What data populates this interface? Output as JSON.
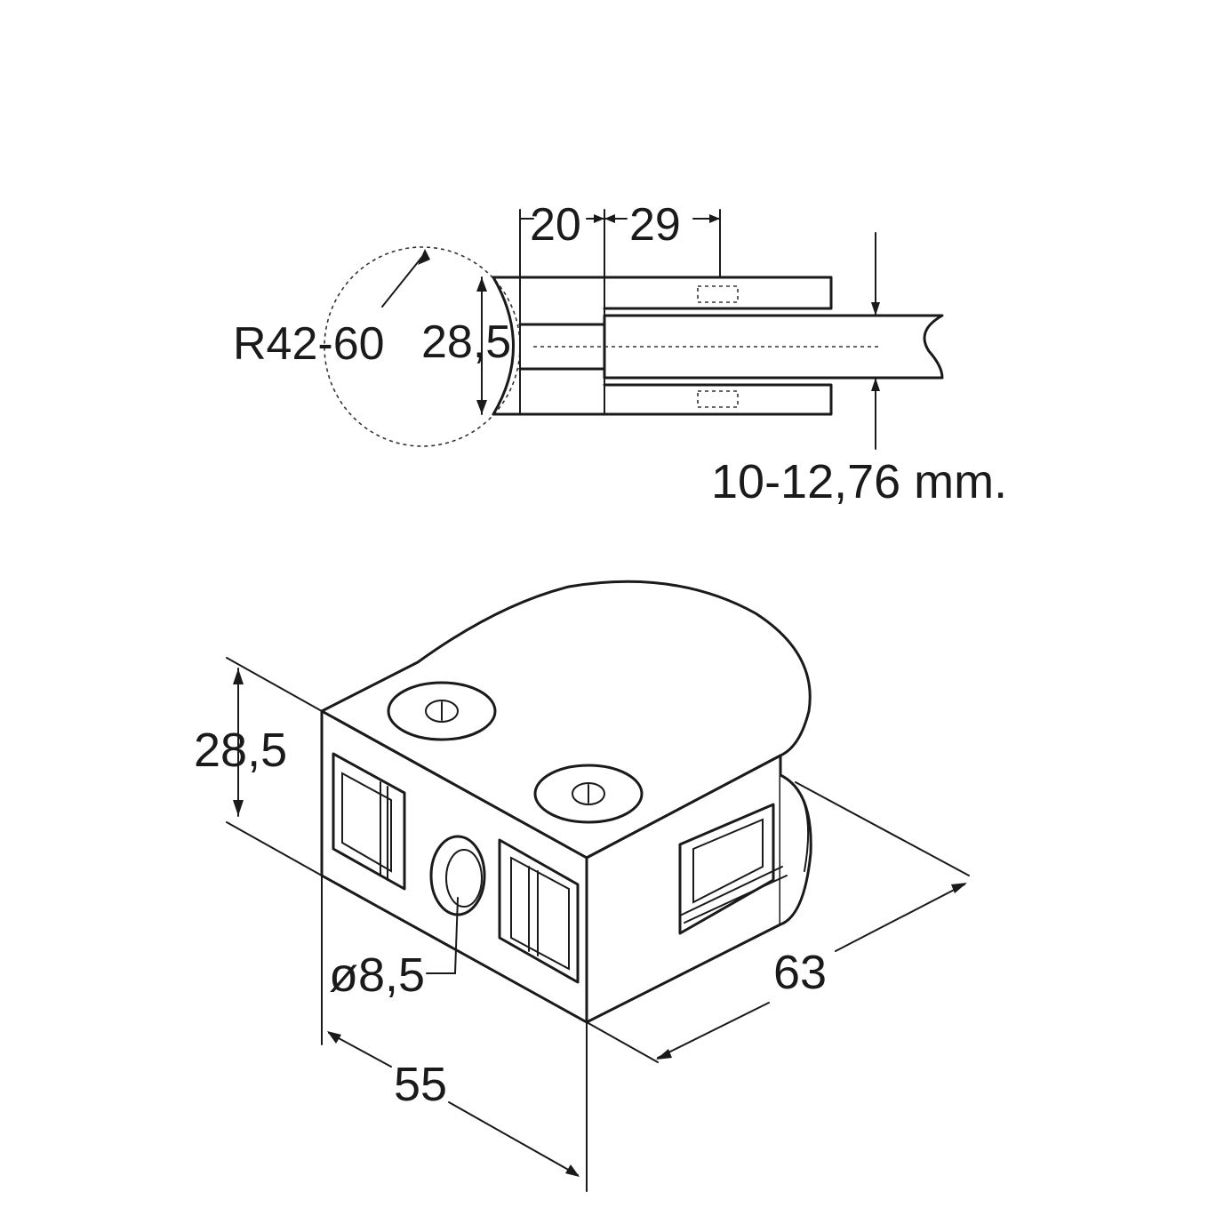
{
  "section_view": {
    "radius_label": "R42-60",
    "height_label": "28,5",
    "depth_a_label": "20",
    "depth_b_label": "29",
    "glass_thickness_label": "10-12,76 mm."
  },
  "iso_view": {
    "height_label": "28,5",
    "hole_label": "ø8,5",
    "width_label": "55",
    "length_label": "63"
  },
  "colors": {
    "line": "#1a1a1a",
    "background": "#ffffff"
  }
}
